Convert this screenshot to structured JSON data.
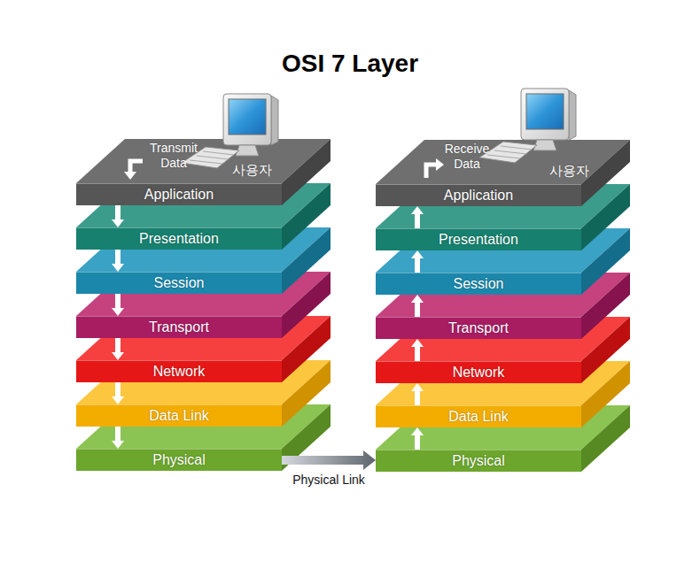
{
  "diagram": {
    "title": "OSI 7 Layer",
    "nodes": [
      {
        "text": [
          "Transmit Data",
          "사용자",
          "Application"
        ]
      },
      {
        "text": [
          "Presentation"
        ]
      },
      {
        "text": [
          "Session"
        ]
      },
      {
        "text": [
          "Transport"
        ]
      },
      {
        "text": [
          "Network"
        ]
      },
      {
        "text": [
          "Data Link"
        ]
      },
      {
        "text": [
          "Physical"
        ]
      },
      {
        "text": [
          "Receive Data",
          "사용자",
          "Application"
        ]
      },
      {
        "text": [
          "Presentation"
        ]
      },
      {
        "text": [
          "Session"
        ]
      },
      {
        "text": [
          "Transport"
        ]
      },
      {
        "text": [
          "Network"
        ]
      },
      {
        "text": [
          "Data Link"
        ]
      },
      {
        "text": [
          "Physical"
        ]
      }
    ],
    "edges": [
      {
        "from": 0,
        "to": 1,
        "arrow": "to"
      },
      {
        "from": 1,
        "to": 2,
        "arrow": "to"
      },
      {
        "from": 2,
        "to": 3,
        "arrow": "to"
      },
      {
        "from": 3,
        "to": 4,
        "arrow": "to"
      },
      {
        "from": 4,
        "to": 5,
        "arrow": "to"
      },
      {
        "from": 5,
        "to": 6,
        "arrow": "to"
      },
      {
        "from": 6,
        "to": 13,
        "label": "Physical Link",
        "arrow": "to"
      },
      {
        "from": 8,
        "to": 7,
        "arrow": "to"
      },
      {
        "from": 9,
        "to": 8,
        "arrow": "to"
      },
      {
        "from": 10,
        "to": 9,
        "arrow": "to"
      },
      {
        "from": 11,
        "to": 10,
        "arrow": "to"
      },
      {
        "from": 12,
        "to": 11,
        "arrow": "to"
      },
      {
        "from": 13,
        "to": 12,
        "arrow": "to"
      }
    ]
  }
}
